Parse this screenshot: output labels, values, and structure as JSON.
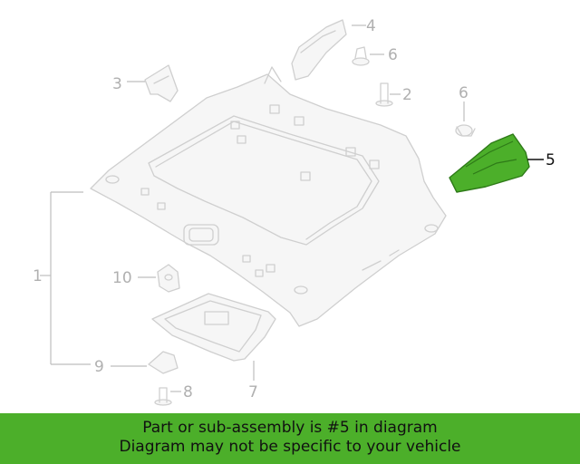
{
  "diagram": {
    "callouts": [
      {
        "id": "1",
        "label": "1"
      },
      {
        "id": "2",
        "label": "2"
      },
      {
        "id": "3",
        "label": "3"
      },
      {
        "id": "4",
        "label": "4"
      },
      {
        "id": "5",
        "label": "5"
      },
      {
        "id": "6a",
        "label": "6"
      },
      {
        "id": "6b",
        "label": "6"
      },
      {
        "id": "7",
        "label": "7"
      },
      {
        "id": "8",
        "label": "8"
      },
      {
        "id": "9",
        "label": "9"
      },
      {
        "id": "10",
        "label": "10"
      }
    ],
    "highlighted_part": "5",
    "colors": {
      "highlight": "#4caf2a",
      "ghost_line": "#cfcfcf",
      "dim_label": "#b0b0b0"
    }
  },
  "banner": {
    "line1": "Part or sub-assembly is #5 in diagram",
    "line2": "Diagram may not be specific to your vehicle",
    "color": "#4caf2a"
  }
}
